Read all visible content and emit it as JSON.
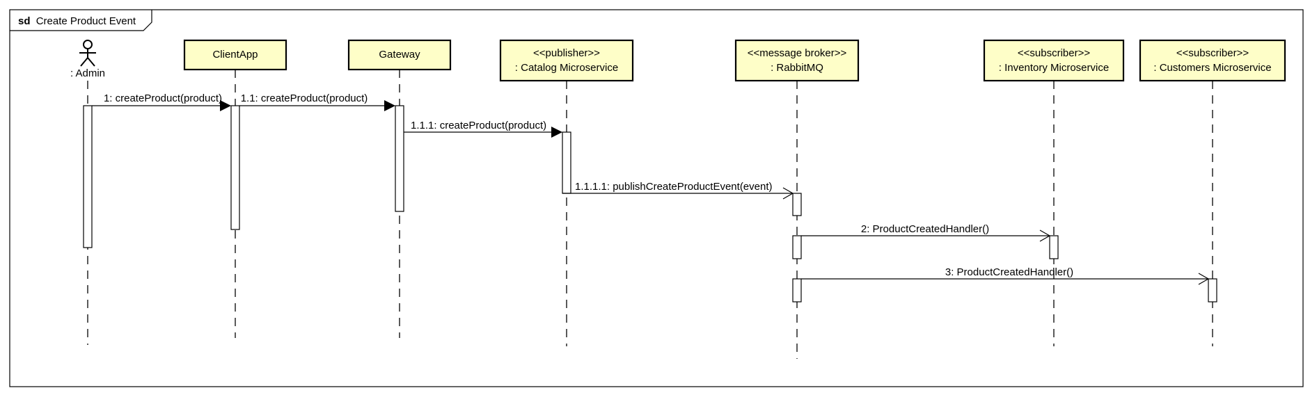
{
  "frame": {
    "keyword": "sd",
    "name": "Create Product Event"
  },
  "participants": [
    {
      "id": "admin",
      "kind": "actor",
      "name": ": Admin"
    },
    {
      "id": "clientapp",
      "kind": "object",
      "name": "ClientApp"
    },
    {
      "id": "gateway",
      "kind": "object",
      "name": "Gateway"
    },
    {
      "id": "catalog",
      "kind": "object",
      "stereotype": "<<publisher>>",
      "name": ": Catalog Microservice"
    },
    {
      "id": "rabbitmq",
      "kind": "object",
      "stereotype": "<<message broker>>",
      "name": ": RabbitMQ"
    },
    {
      "id": "inventory",
      "kind": "object",
      "stereotype": "<<subscriber>>",
      "name": ": Inventory Microservice"
    },
    {
      "id": "customers",
      "kind": "object",
      "stereotype": "<<subscriber>>",
      "name": ": Customers Microservice"
    }
  ],
  "messages": [
    {
      "from": "admin",
      "to": "clientapp",
      "label": "1: createProduct(product)",
      "style": "sync"
    },
    {
      "from": "clientapp",
      "to": "gateway",
      "label": "1.1: createProduct(product)",
      "style": "sync"
    },
    {
      "from": "gateway",
      "to": "catalog",
      "label": "1.1.1: createProduct(product)",
      "style": "sync"
    },
    {
      "from": "catalog",
      "to": "rabbitmq",
      "label": "1.1.1.1: publishCreateProductEvent(event)",
      "style": "async"
    },
    {
      "from": "rabbitmq",
      "to": "inventory",
      "label": "2: ProductCreatedHandler()",
      "style": "async"
    },
    {
      "from": "rabbitmq",
      "to": "customers",
      "label": "3: ProductCreatedHandler()",
      "style": "async"
    }
  ],
  "colors": {
    "object_fill": "#fefec8",
    "stroke": "#000000",
    "background": "#ffffff"
  }
}
